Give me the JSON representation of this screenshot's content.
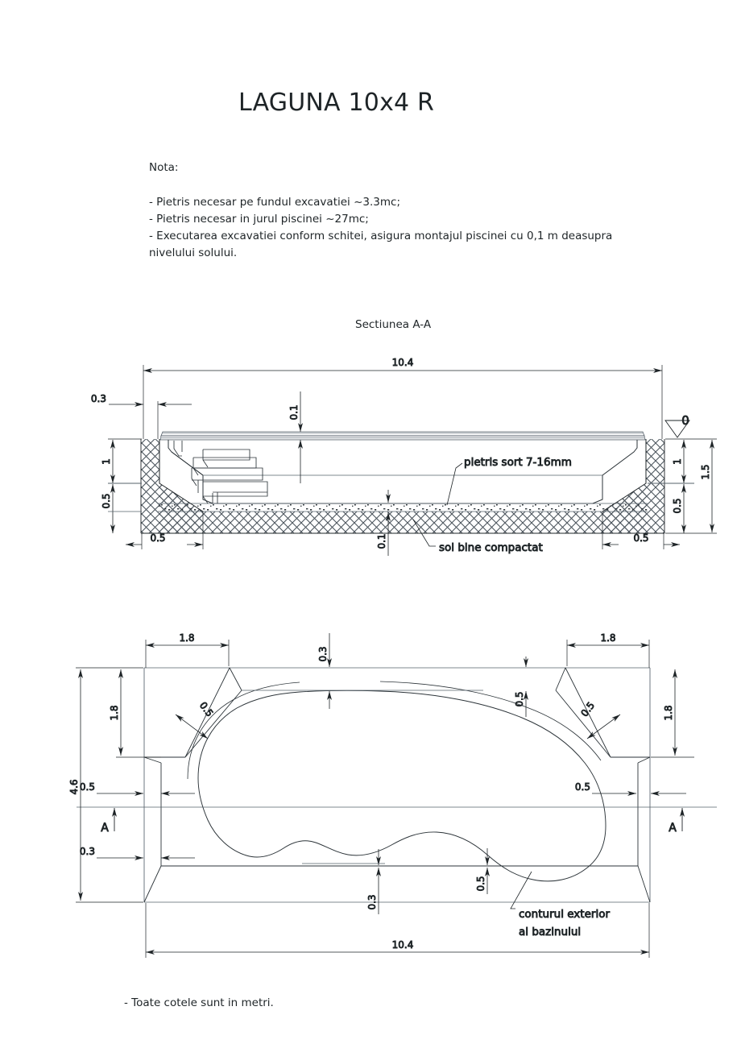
{
  "document": {
    "title": "LAGUNA 10x4 R",
    "notes_label": "Nota:",
    "notes": [
      " - Pietris necesar pe fundul excavatiei ~3.3mc;",
      " - Pietris necesar in jurul piscinei ~27mc;",
      " - Executarea excavatiei conform schitei, asigura montajul piscinei cu 0,1 m deasupra nivelului solului."
    ],
    "footnote": "- Toate cotele sunt in metri.",
    "units_note": "metri"
  },
  "section_view": {
    "caption": "Sectiunea A-A",
    "ground_level_symbol": "0",
    "labels": {
      "gravel": "pietris sort 7-16mm",
      "compacted_soil": "sol bine compactat"
    },
    "dimensions": {
      "overall_length": "10.4",
      "left_offset": "0.3",
      "above_ground": "0.1",
      "pool_depth": "1",
      "excavation_below": "0.5",
      "total_depth": "1.5",
      "left_base_offset": "0.5",
      "right_base_offset": "0.5",
      "gravel_bed_thickness": "0.1",
      "right_pool_depth": "1",
      "right_excavation_below": "0.5"
    }
  },
  "plan_view": {
    "dimensions": {
      "overall_length": "10.4",
      "overall_width": "4.6",
      "corner_chamfer_left": "1.8",
      "corner_chamfer_right": "1.8",
      "side_depth_left": "1.8",
      "side_depth_right": "1.8",
      "top_clearance": "0.3",
      "left_clearance": "0.5",
      "right_clearance": "0.5",
      "bottom_clearance_left": "0.3",
      "bottom_clearance_center": "0.3",
      "bottom_clearance_right": "0.5",
      "chamfer_offset_left": "0.5",
      "chamfer_offset_right": "0.5",
      "top_right_offset": "0.5"
    },
    "section_marks": {
      "left": "A",
      "right": "A"
    },
    "callout": {
      "line1": "conturul exterior",
      "line2": "al bazinului"
    }
  },
  "style": {
    "ink": "#1e2427",
    "thin_line": "#55606a",
    "hatch": "#4d565e",
    "paper": "#ffffff"
  }
}
